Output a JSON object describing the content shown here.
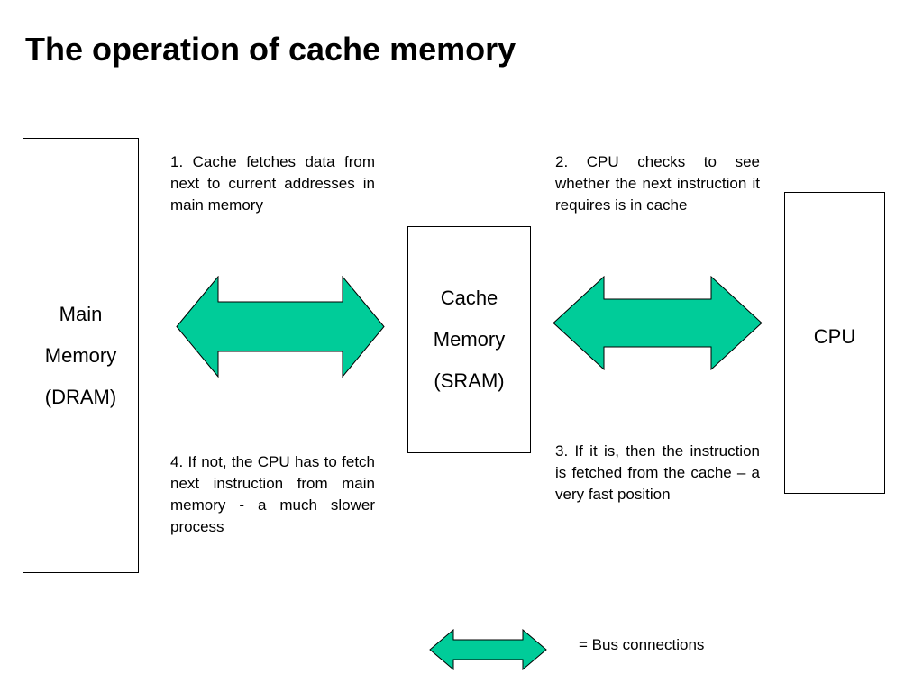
{
  "title": "The operation of cache memory",
  "main_memory": {
    "line1": "Main",
    "line2": "Memory",
    "line3": "(DRAM)"
  },
  "cache_memory": {
    "line1": "Cache",
    "line2": "Memory",
    "line3": "(SRAM)"
  },
  "cpu": {
    "label": "CPU"
  },
  "notes": {
    "step1": "1. Cache fetches data from next to current addresses in main memory",
    "step2": "2. CPU checks to see whether the next instruction it requires is in cache",
    "step3": "3. If it is, then the instruction is fetched from the cache – a very fast position",
    "step4": "4. If not, the CPU has to fetch next instruction from main memory - a much slower process"
  },
  "legend": {
    "label": "= Bus connections"
  },
  "colors": {
    "arrow_fill": "#00CC99",
    "arrow_stroke": "#000000"
  },
  "icons": {
    "bus_arrow": "double-headed-arrow-icon"
  }
}
